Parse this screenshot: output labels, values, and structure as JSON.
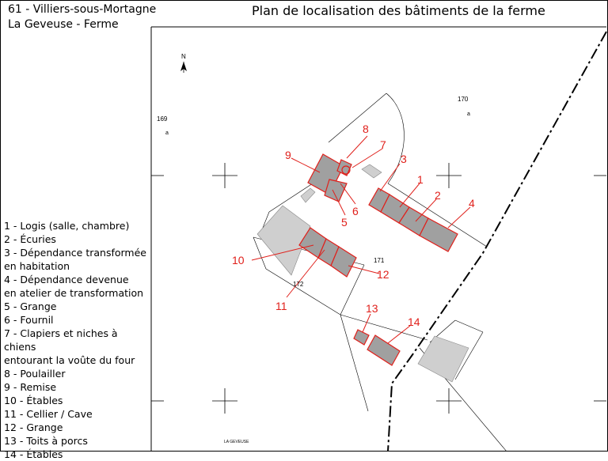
{
  "header": {
    "location_line1": "61 - Villiers-sous-Mortagne",
    "location_line2": "La Geveuse - Ferme",
    "title": "Plan de localisation des bâtiments de la ferme"
  },
  "legend": [
    {
      "label": "1 - Logis (salle, chambre)"
    },
    {
      "label": "2 - Écuries"
    },
    {
      "label": "3 - Dépendance transformée"
    },
    {
      "label": "en habitation"
    },
    {
      "label": "4 - Dépendance devenue"
    },
    {
      "label": "en atelier de transformation"
    },
    {
      "label": "5 - Grange"
    },
    {
      "label": "6 - Fournil"
    },
    {
      "label": "7 - Clapiers et niches à chiens"
    },
    {
      "label": "entourant la voûte du four"
    },
    {
      "label": "8 - Poulailler"
    },
    {
      "label": "9 - Remise"
    },
    {
      "label": "10 - Étables"
    },
    {
      "label": "11 - Cellier / Cave"
    },
    {
      "label": "12 - Grange"
    },
    {
      "label": "13 - Toits à porcs"
    },
    {
      "label": "14 - Étables"
    }
  ],
  "map": {
    "north_label": "N",
    "parcels": [
      "169",
      "170",
      "171",
      "172"
    ],
    "parcel_marks": [
      "a",
      "a"
    ],
    "building_numbers": [
      "1",
      "2",
      "3",
      "4",
      "5",
      "6",
      "7",
      "8",
      "9",
      "10",
      "11",
      "12",
      "13",
      "14"
    ],
    "footer_label": "LA GEVEUSE",
    "colors": {
      "highlight": "#e0201b",
      "building_fill": "#a0a0a0",
      "light_fill": "#cfcfcf",
      "line": "#000000"
    }
  }
}
